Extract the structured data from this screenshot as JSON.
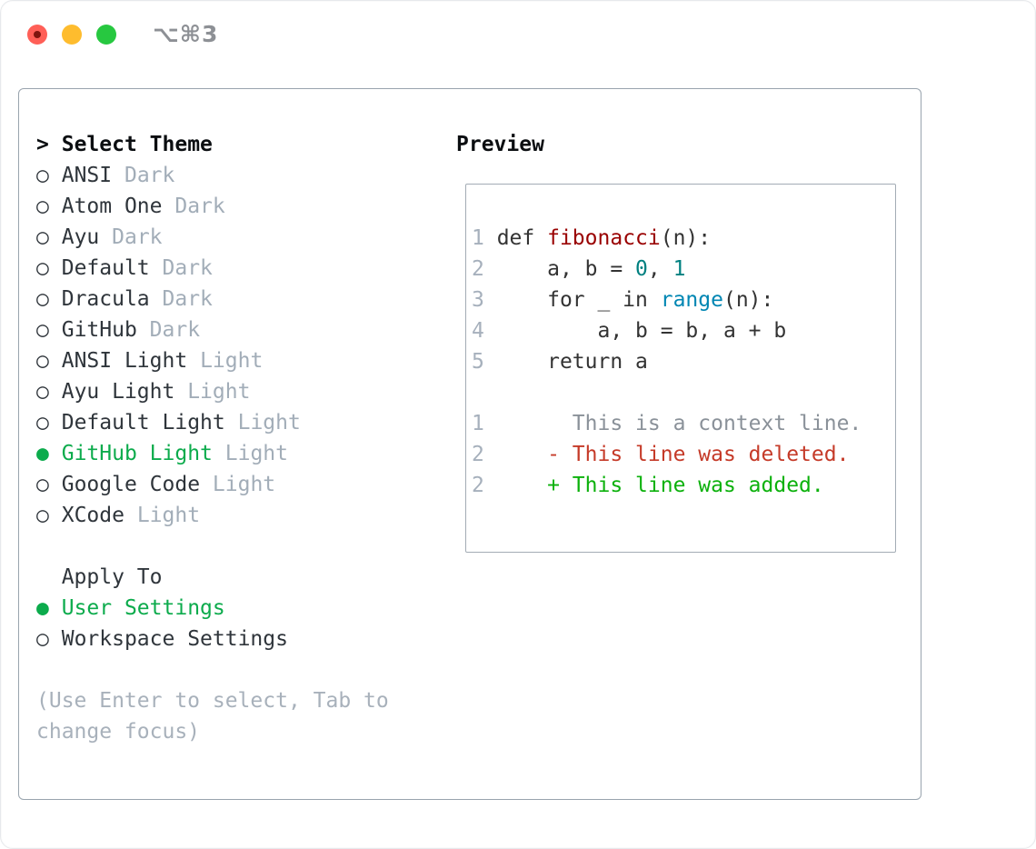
{
  "colors": {
    "traffic_red": "#FF5F57",
    "traffic_red_dot": "#7F150E",
    "traffic_yellow": "#FEBC2E",
    "traffic_green": "#27C840",
    "title_gray": "#8D9095",
    "panel_border": "#99A4AE",
    "box_border": "#A3ACB5",
    "header": "#0B0E11",
    "text": "#2F353B",
    "muted": "#A2ADB8",
    "hint": "#A8B1BB",
    "selection_green": "#0CAB4C",
    "code_text": "#333333",
    "line_number": "#A6B0BC",
    "function_red": "#990000",
    "number_teal": "#008080",
    "builtin_blue": "#0086B3",
    "context_gray": "#8A9199",
    "deleted_red": "#C53A28",
    "added_green": "#0CB10C"
  },
  "window": {
    "title": "⌥⌘3"
  },
  "markers": {
    "radio_unselected": "○",
    "radio_selected": "●"
  },
  "theme_picker": {
    "header": {
      "prompt": ">",
      "label": "Select Theme"
    },
    "items": [
      {
        "name": "ANSI",
        "variant": "Dark",
        "selected": false
      },
      {
        "name": "Atom One",
        "variant": "Dark",
        "selected": false
      },
      {
        "name": "Ayu",
        "variant": "Dark",
        "selected": false
      },
      {
        "name": "Default",
        "variant": "Dark",
        "selected": false
      },
      {
        "name": "Dracula",
        "variant": "Dark",
        "selected": false
      },
      {
        "name": "GitHub",
        "variant": "Dark",
        "selected": false
      },
      {
        "name": "ANSI Light",
        "variant": "Light",
        "selected": false
      },
      {
        "name": "Ayu Light",
        "variant": "Light",
        "selected": false
      },
      {
        "name": "Default Light",
        "variant": "Light",
        "selected": false
      },
      {
        "name": "GitHub Light",
        "variant": "Light",
        "selected": true
      },
      {
        "name": "Google Code",
        "variant": "Light",
        "selected": false
      },
      {
        "name": "XCode",
        "variant": "Light",
        "selected": false
      }
    ],
    "apply_to": {
      "label": "Apply To",
      "options": [
        {
          "name": "User Settings",
          "selected": true
        },
        {
          "name": "Workspace Settings",
          "selected": false
        }
      ]
    },
    "hint_lines": [
      "(Use Enter to select, Tab to",
      "change focus)"
    ]
  },
  "preview": {
    "label": "Preview",
    "lines": [
      {
        "segments": [
          {
            "c": "ln",
            "t": "1"
          },
          {
            "c": "tx",
            "t": " def "
          },
          {
            "c": "fn",
            "t": "fibonacci"
          },
          {
            "c": "tx",
            "t": "(n):"
          }
        ]
      },
      {
        "segments": [
          {
            "c": "ln",
            "t": "2"
          },
          {
            "c": "tx",
            "t": "     a, b = "
          },
          {
            "c": "num",
            "t": "0"
          },
          {
            "c": "tx",
            "t": ", "
          },
          {
            "c": "num",
            "t": "1"
          }
        ]
      },
      {
        "segments": [
          {
            "c": "ln",
            "t": "3"
          },
          {
            "c": "tx",
            "t": "     for _ in "
          },
          {
            "c": "bi",
            "t": "range"
          },
          {
            "c": "tx",
            "t": "(n):"
          }
        ]
      },
      {
        "segments": [
          {
            "c": "ln",
            "t": "4"
          },
          {
            "c": "tx",
            "t": "         a, b = b, a + b"
          }
        ]
      },
      {
        "segments": [
          {
            "c": "ln",
            "t": "5"
          },
          {
            "c": "tx",
            "t": "     return a"
          }
        ]
      },
      {
        "segments": []
      },
      {
        "segments": [
          {
            "c": "ln",
            "t": "1"
          },
          {
            "c": "ctx",
            "t": "       This is a context line."
          }
        ]
      },
      {
        "segments": [
          {
            "c": "ln",
            "t": "2"
          },
          {
            "c": "del",
            "t": "     - This line was deleted."
          }
        ]
      },
      {
        "segments": [
          {
            "c": "ln",
            "t": "2"
          },
          {
            "c": "add",
            "t": "     + This line was added."
          }
        ]
      }
    ]
  }
}
